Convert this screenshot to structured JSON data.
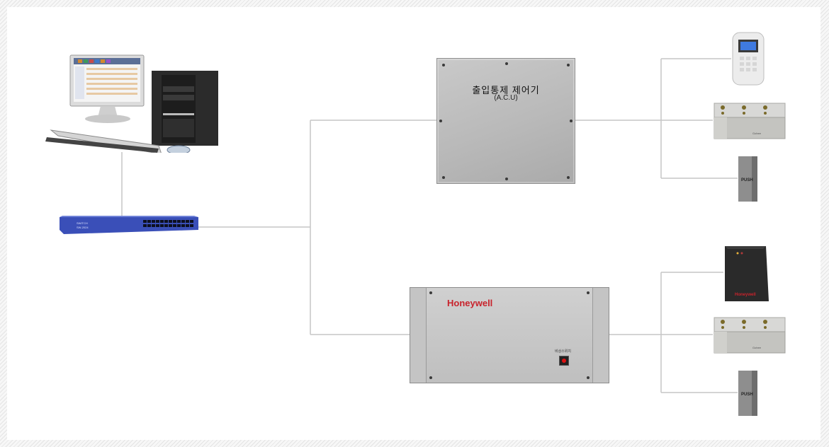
{
  "acu": {
    "title": "출입통제 제어기",
    "subtitle": "(A.C.U)"
  },
  "controller": {
    "brand": "Honeywell",
    "button_label": "비상스위치"
  },
  "switch": {
    "brand": "SWITCH",
    "model": "SW-2024"
  },
  "reader_label": "PUSH",
  "reader2_brand": "Honeywell",
  "lock_label": "Gohee",
  "colors": {
    "brand_red": "#c8232c",
    "wire": "#c6c6c6",
    "switch_blue": "#3a4fb8",
    "cabinet_grey": "#bdbdbd"
  }
}
